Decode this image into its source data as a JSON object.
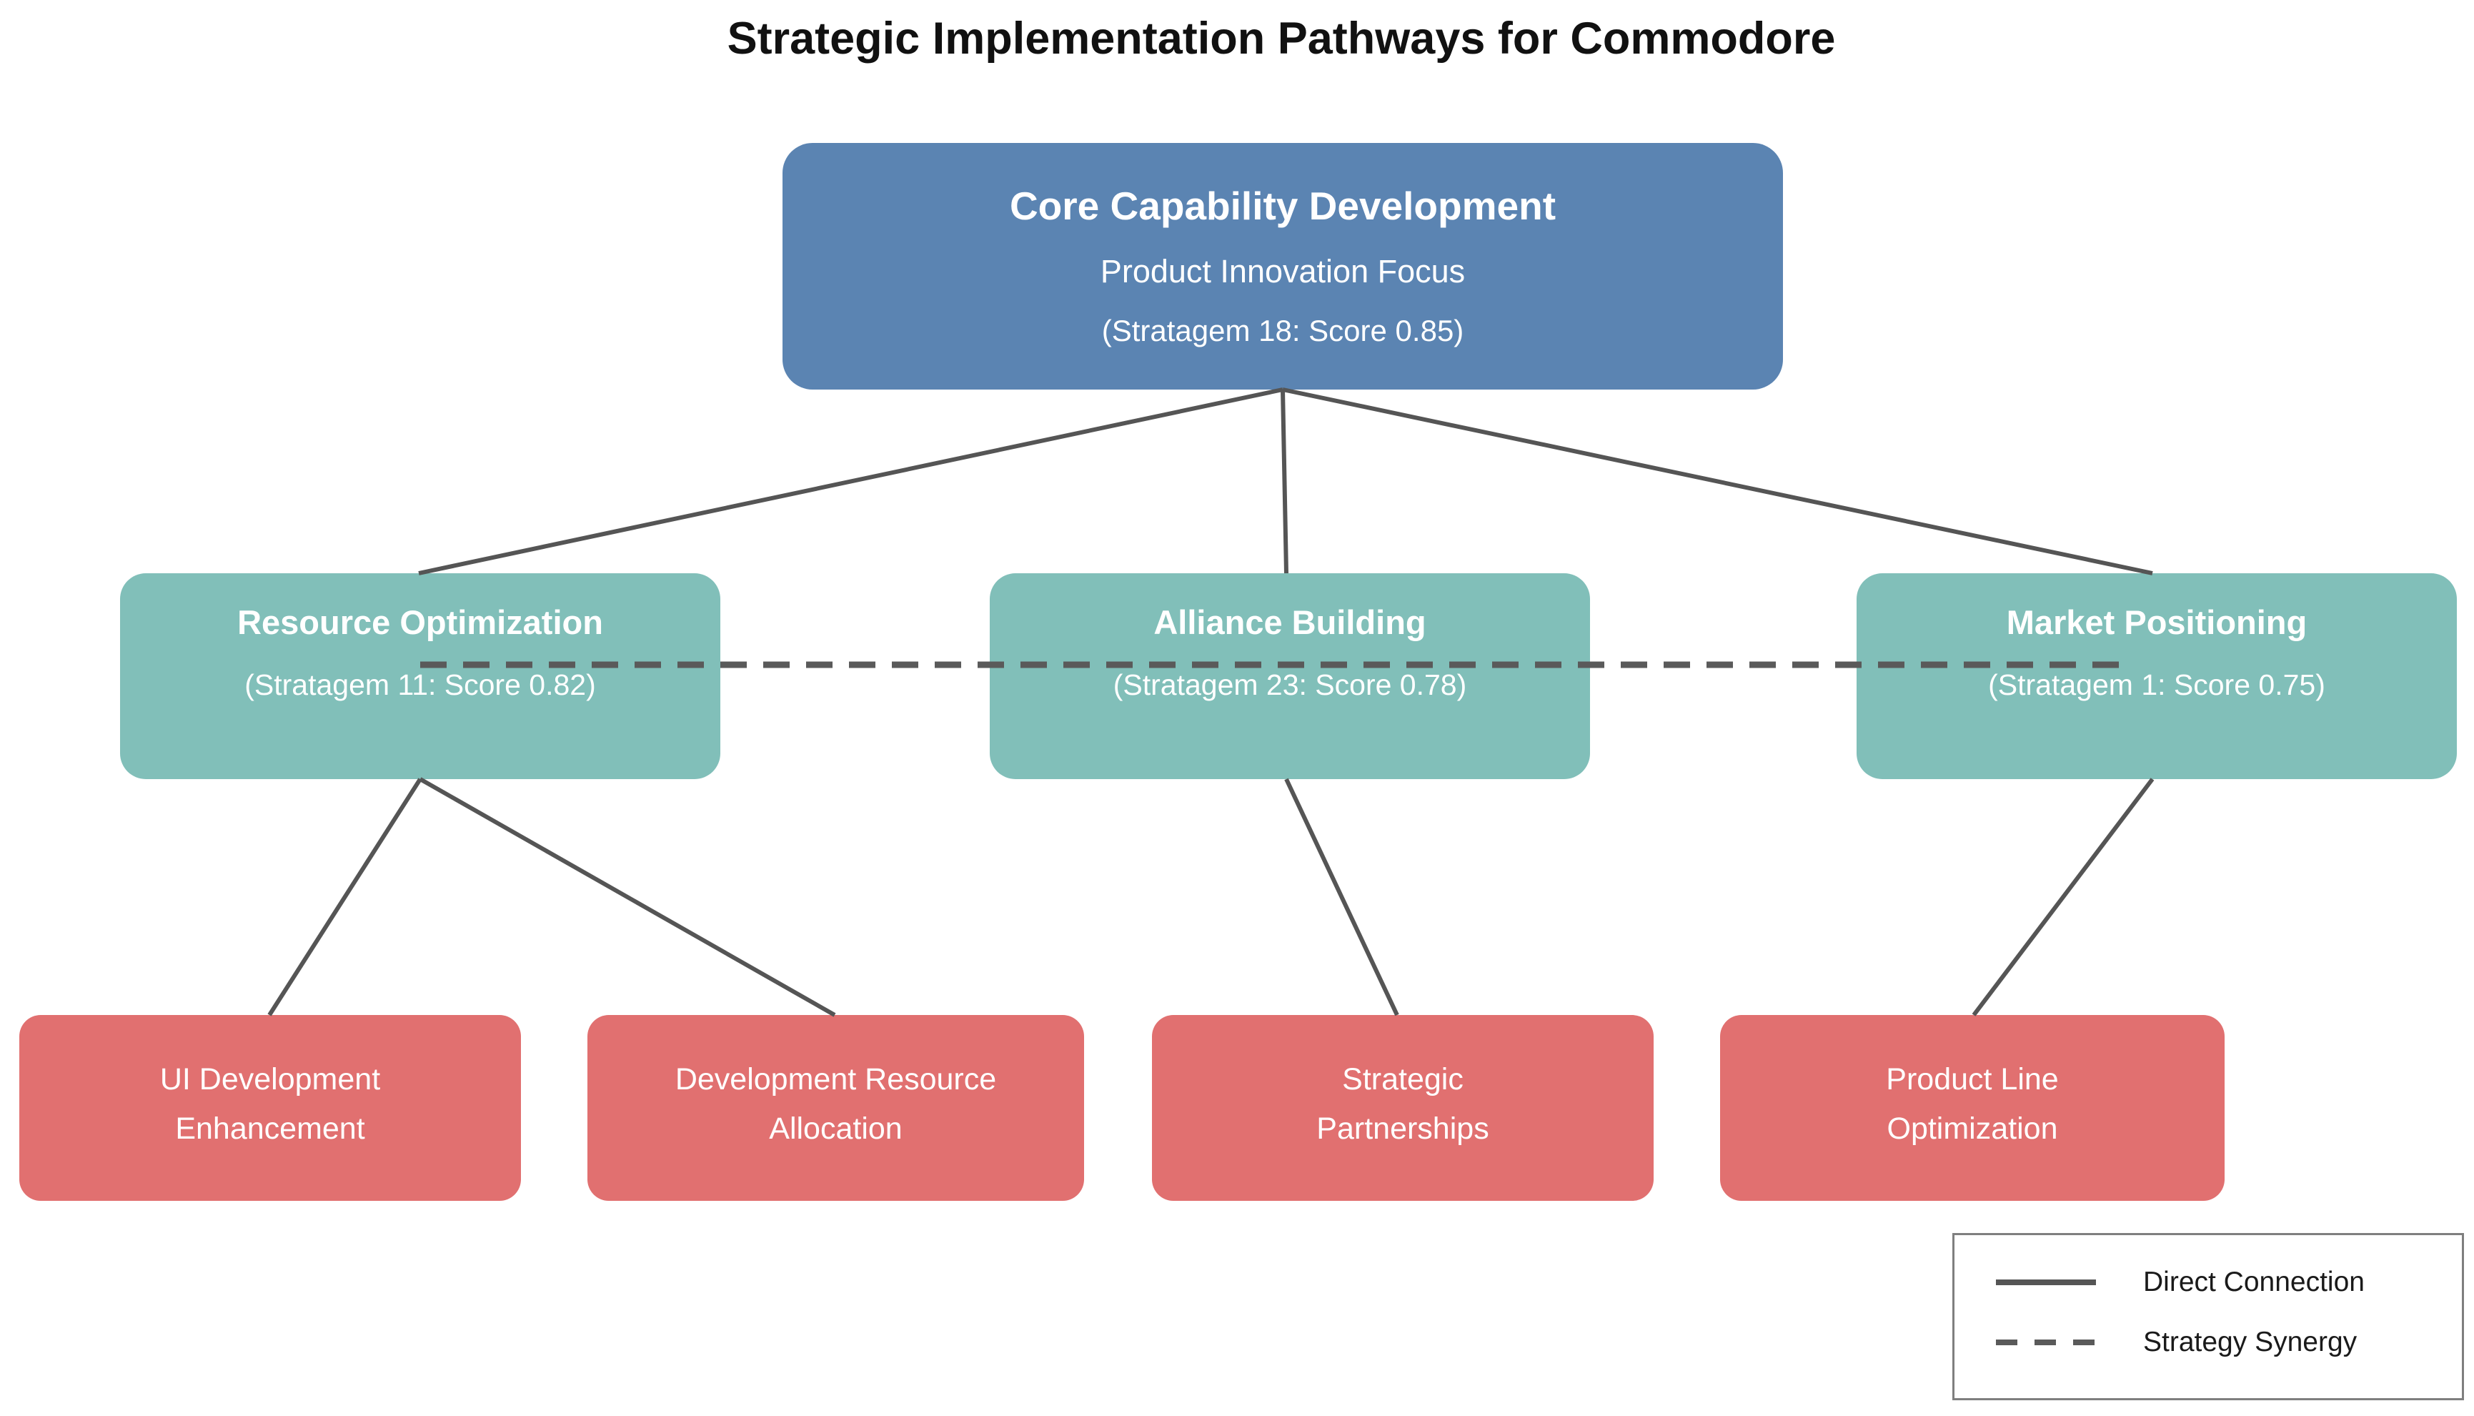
{
  "title": "Strategic Implementation Pathways for Commodore",
  "colors": {
    "root_node": "#5b84b2",
    "strategy_node": "#81bfb9",
    "tactic_node": "#e17070",
    "edge_line": "#555555",
    "node_text": "#ffffff",
    "title_text": "#111111",
    "legend_border": "#7f7f7f"
  },
  "nodes": {
    "root": {
      "title": "Core Capability Development",
      "subtitle": "Product Innovation Focus",
      "detail": "(Stratagem 18: Score 0.85)"
    },
    "resource": {
      "title": "Resource Optimization",
      "detail": "(Stratagem 11: Score 0.82)"
    },
    "alliance": {
      "title": "Alliance Building",
      "detail": "(Stratagem 23: Score 0.78)"
    },
    "market": {
      "title": "Market Positioning",
      "detail": "(Stratagem 1: Score 0.75)"
    },
    "ui_dev": {
      "lines": [
        "UI Development",
        "Enhancement"
      ]
    },
    "dev_alloc": {
      "lines": [
        "Development Resource",
        "Allocation"
      ]
    },
    "partnerships": {
      "lines": [
        "Strategic",
        "Partnerships"
      ]
    },
    "product_line": {
      "lines": [
        "Product Line",
        "Optimization"
      ]
    }
  },
  "edges": {
    "direct": [
      {
        "from": "Core Capability Development",
        "to": "Resource Optimization"
      },
      {
        "from": "Core Capability Development",
        "to": "Alliance Building"
      },
      {
        "from": "Core Capability Development",
        "to": "Market Positioning"
      },
      {
        "from": "Resource Optimization",
        "to": "UI Development Enhancement"
      },
      {
        "from": "Resource Optimization",
        "to": "Development Resource Allocation"
      },
      {
        "from": "Alliance Building",
        "to": "Strategic Partnerships"
      },
      {
        "from": "Market Positioning",
        "to": "Product Line Optimization"
      }
    ],
    "synergy": [
      {
        "from": "Resource Optimization",
        "to": "Alliance Building"
      },
      {
        "from": "Alliance Building",
        "to": "Market Positioning"
      }
    ]
  },
  "legend": {
    "direct": "Direct Connection",
    "synergy": "Strategy Synergy"
  }
}
